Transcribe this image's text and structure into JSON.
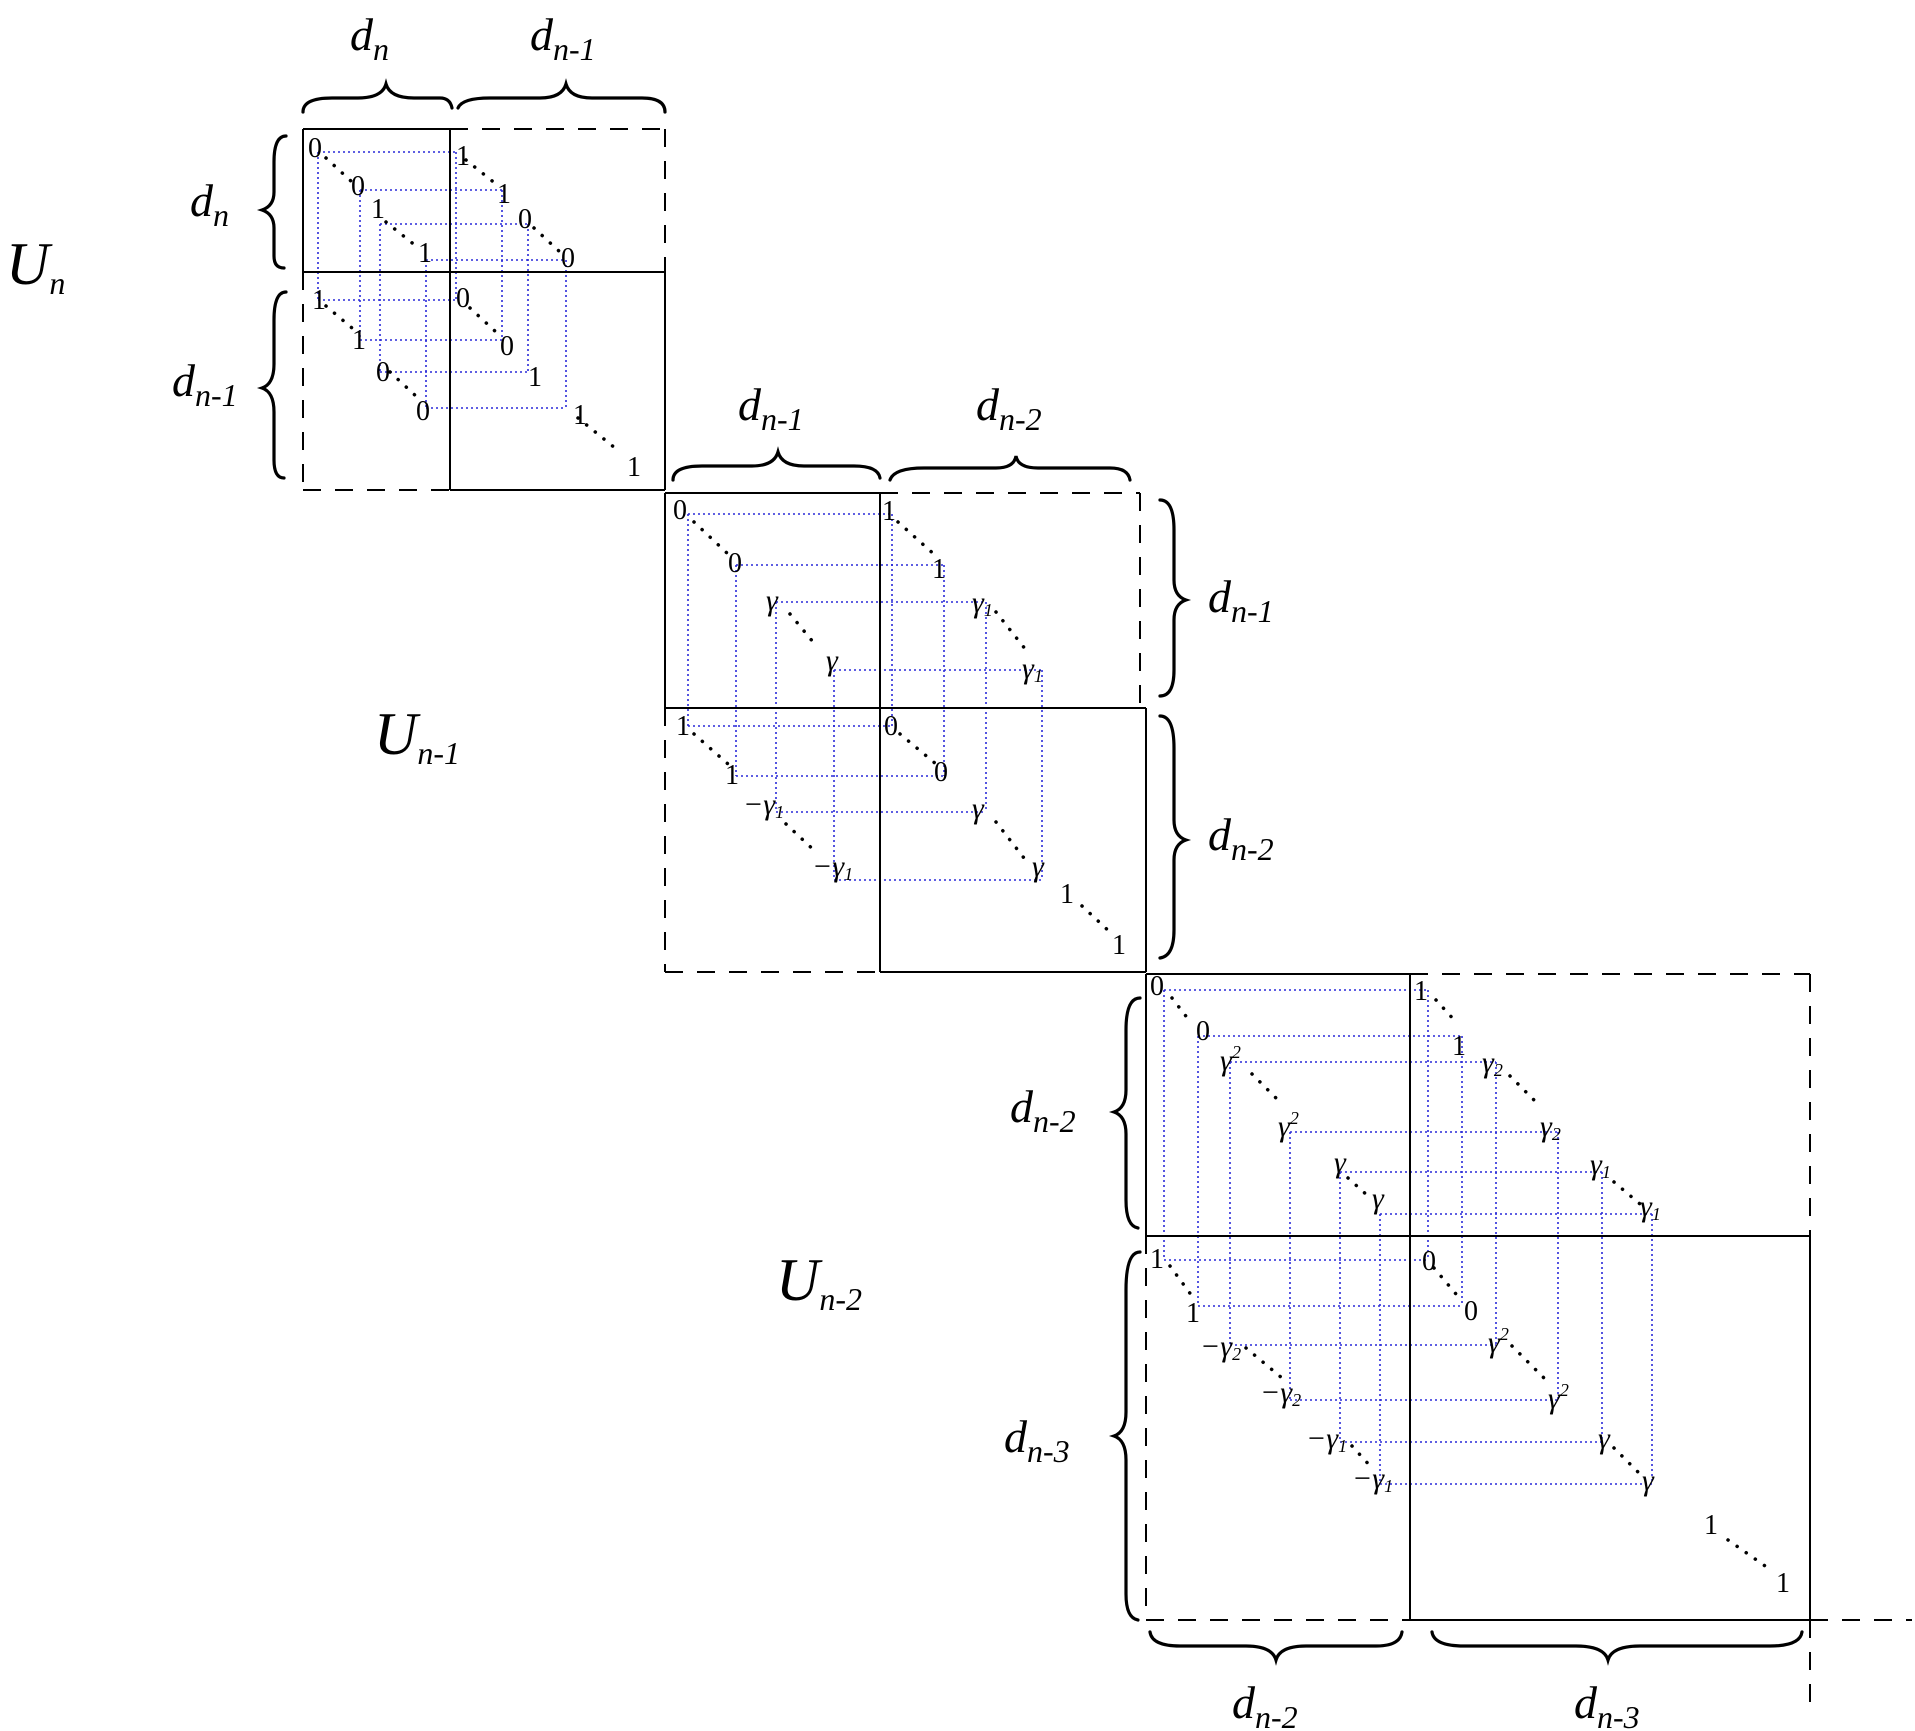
{
  "block_labels": {
    "U_n": {
      "main": "U",
      "sub": "n"
    },
    "U_n1": {
      "main": "U",
      "sub": "n-1"
    },
    "U_n2": {
      "main": "U",
      "sub": "n-2"
    }
  },
  "dims": {
    "dn": {
      "main": "d",
      "sub": "n"
    },
    "dn1": {
      "main": "d",
      "sub": "n-1"
    },
    "dn2": {
      "main": "d",
      "sub": "n-2"
    },
    "dn3": {
      "main": "d",
      "sub": "n-3"
    }
  },
  "entries": {
    "zero": "0",
    "one": "1",
    "gamma": "γ",
    "minus": "−",
    "s1": "1",
    "s2": "2",
    "sq": "2"
  },
  "colors": {
    "connector": "#2a2ad8",
    "lines": "#000000"
  }
}
